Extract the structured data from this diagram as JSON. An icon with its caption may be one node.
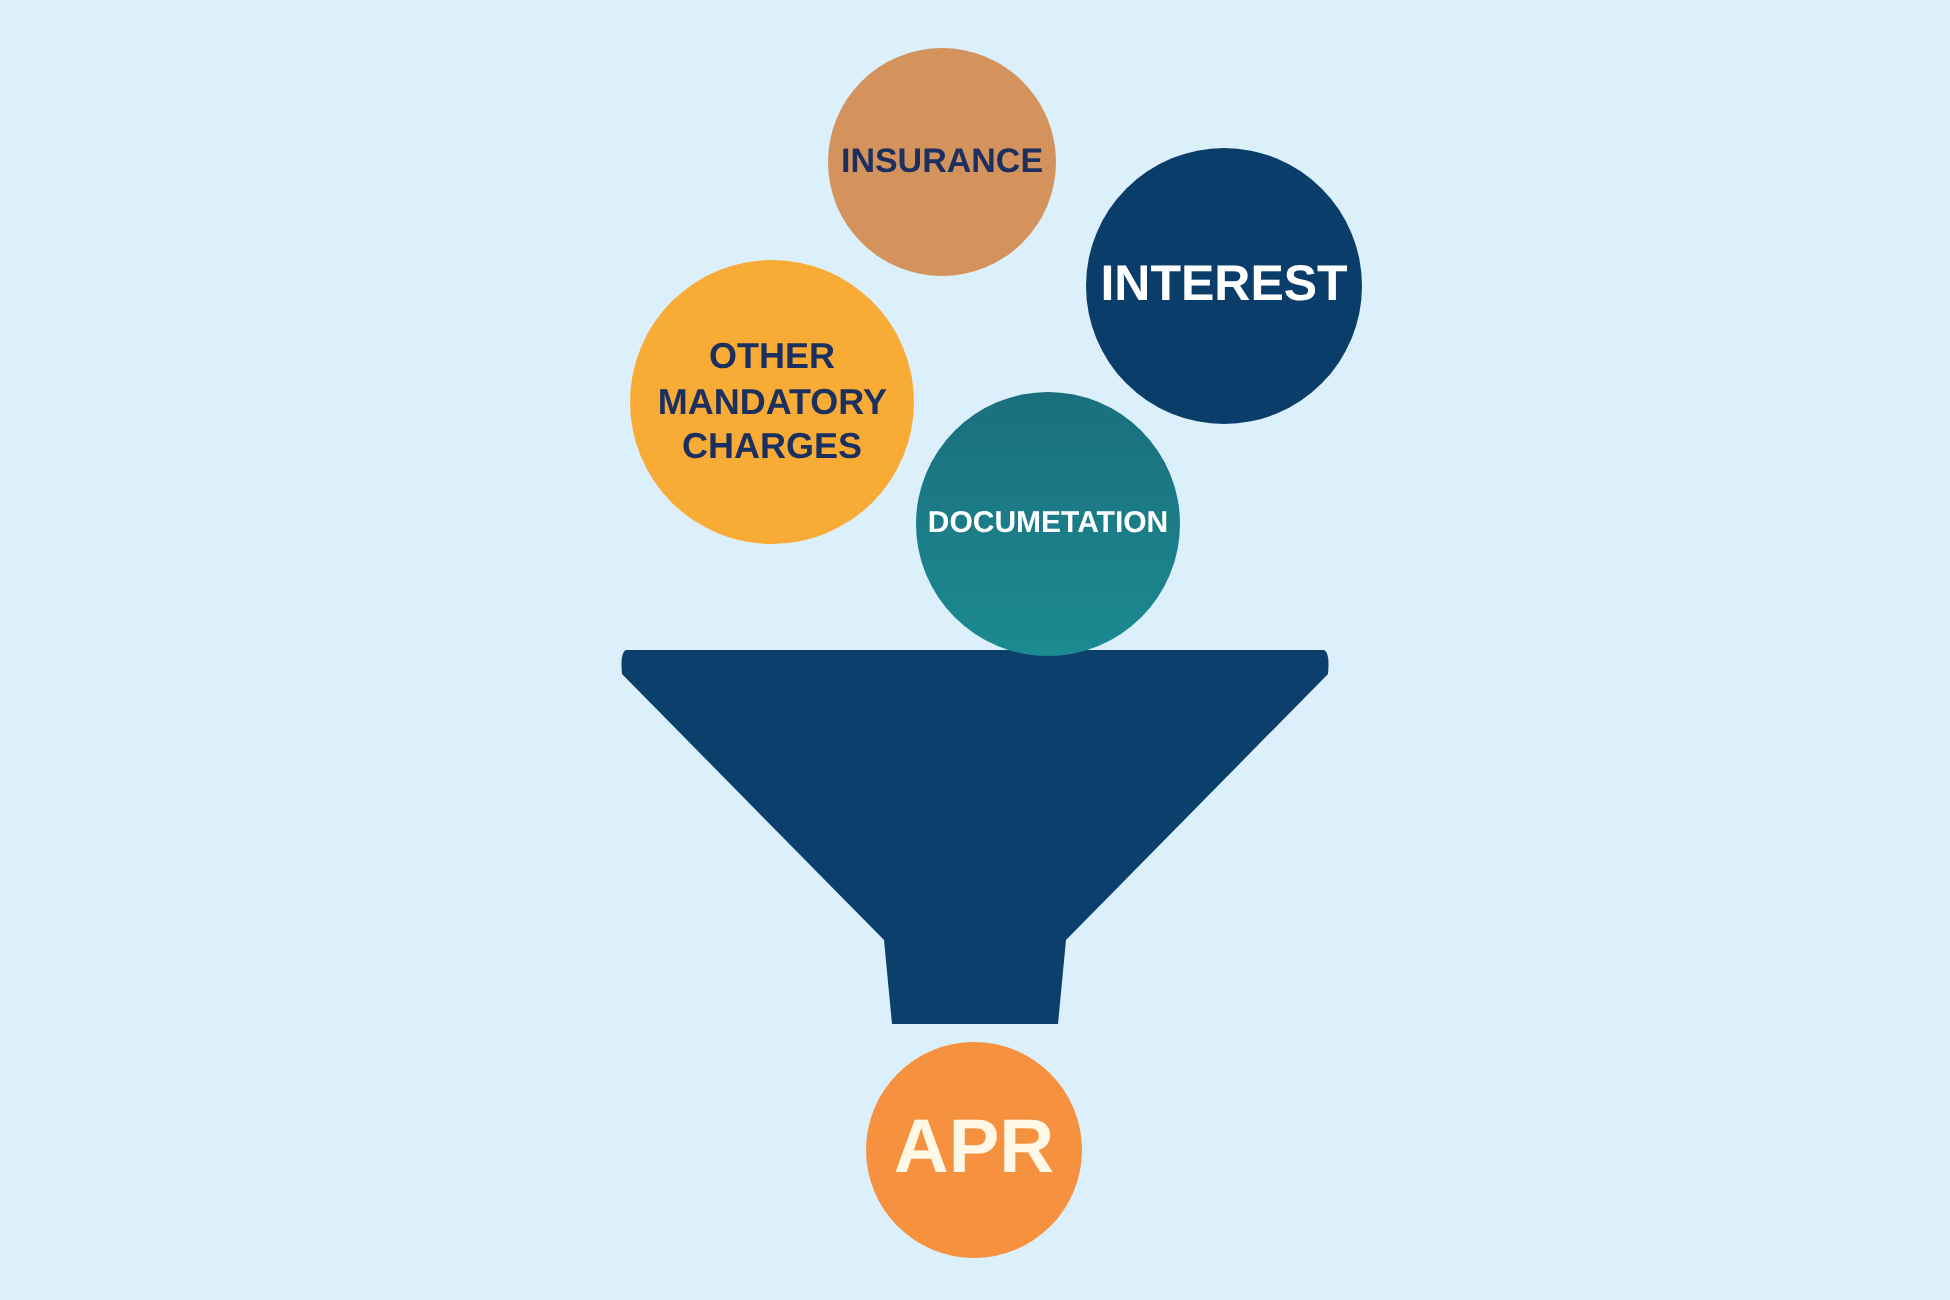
{
  "diagram": {
    "nodes": [
      {
        "text": [
          "INSURANCE"
        ]
      },
      {
        "text": [
          "INTEREST"
        ]
      },
      {
        "text": [
          "OTHER MANDATORY CHARGES"
        ]
      },
      {
        "text": [
          "DOCUMETATION"
        ]
      },
      {
        "text": [
          "APR"
        ]
      }
    ]
  }
}
